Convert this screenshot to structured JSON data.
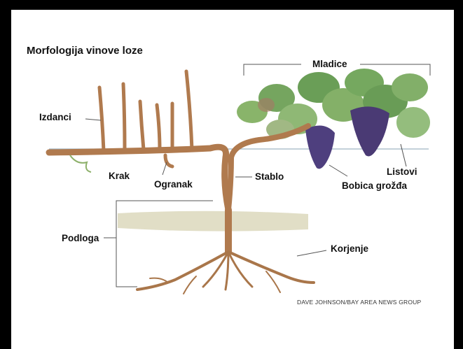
{
  "title": "Morfologija vinove loze",
  "labels": {
    "izdanci": "Izdanci",
    "krak": "Krak",
    "ogranak": "Ogranak",
    "stablo": "Stablo",
    "mladice": "Mladice",
    "listovi": "Listovi",
    "bobica": "Bobica grožđa",
    "podloga": "Podloga",
    "korjenje": "Korjenje"
  },
  "credit": "DAVE JOHNSON/BAY AREA NEWS GROUP",
  "colors": {
    "frame": "#000000",
    "background": "#ffffff",
    "wood": "#b07a4e",
    "wood_dark": "#7a4a2a",
    "leaves": "#5f9a4a",
    "grapes": "#4b3b78",
    "soil": "#d9d5b8"
  }
}
